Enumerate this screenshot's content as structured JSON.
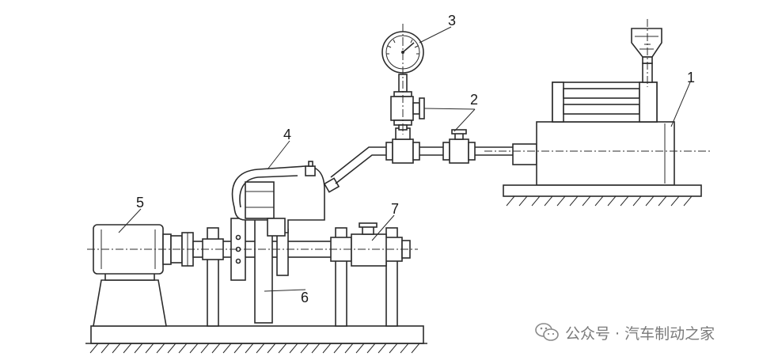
{
  "callouts": {
    "c1": "1",
    "c2": "2",
    "c3": "3",
    "c4": "4",
    "c5": "5",
    "c6": "6",
    "c7": "7"
  },
  "watermark": {
    "text": "公众号 · 汽车制动之家",
    "icon": "wechat-logo-icon",
    "color": "#7a7a7a"
  }
}
